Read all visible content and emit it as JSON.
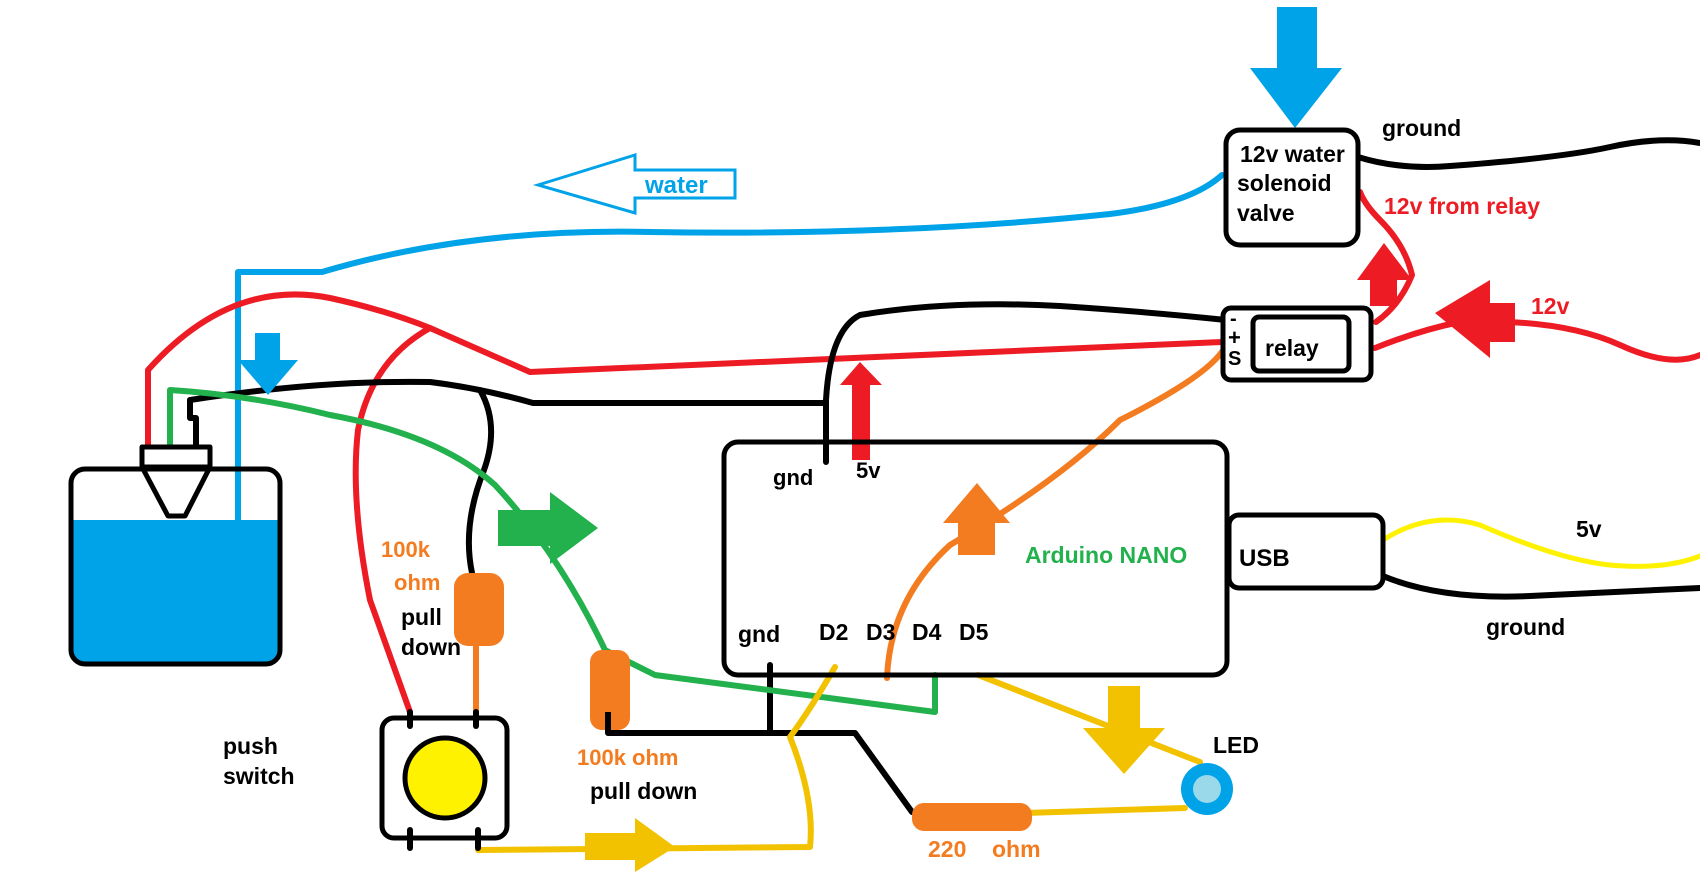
{
  "labels": {
    "water": "water",
    "solenoid_line1": "12v water",
    "solenoid_line2": "solenoid",
    "solenoid_line3": "valve",
    "ground_top": "ground",
    "from_relay": "12v from relay",
    "supply_12v": "12v",
    "relay": "relay",
    "relay_minus": "-",
    "relay_plus": "+",
    "relay_s": "S",
    "gnd_top": "gnd",
    "v5_top": "5v",
    "arduino": "Arduino NANO",
    "usb": "USB",
    "supply_5v": "5v",
    "ground_bottom": "ground",
    "gnd_bottom": "gnd",
    "d2": "D2",
    "d3": "D3",
    "d4": "D4",
    "d5": "D5",
    "res1_line1": "100k",
    "res1_line2": "ohm",
    "pull_line1": "pull",
    "pull_line2": "down",
    "res2": "100k ohm",
    "pull2": "pull down",
    "push_line1": "push",
    "push_line2": "switch",
    "led": "LED",
    "res3_value": "220",
    "res3_unit": "ohm"
  },
  "colors": {
    "water": "#00a2e8",
    "wire_red": "#ed1c24",
    "wire_black": "#000000",
    "wire_green": "#22b14c",
    "wire_orange": "#f47c20",
    "wire_yellow": "#f2c200",
    "usb_yellow": "#fff200"
  }
}
